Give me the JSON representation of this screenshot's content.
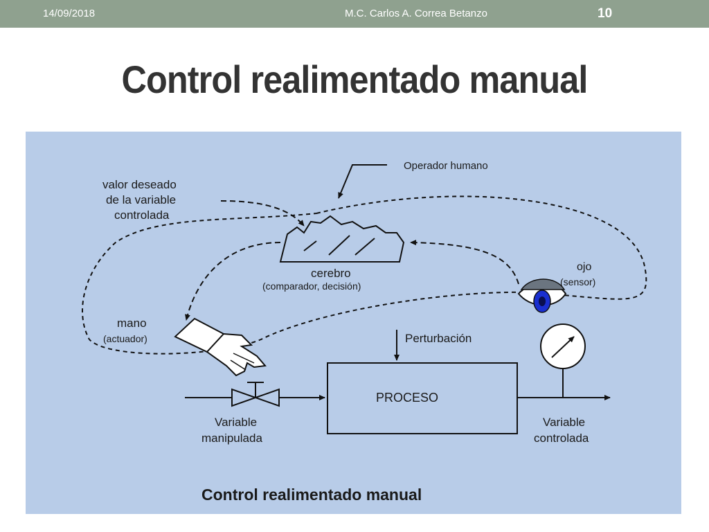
{
  "header": {
    "date": "14/09/2018",
    "author": "M.C. Carlos A. Correa Betanzo",
    "page_number": "10"
  },
  "slide": {
    "title": "Control realimentado manual"
  },
  "diagram": {
    "operador": "Operador humano",
    "valor_line1": "valor deseado",
    "valor_line2": "de la variable",
    "valor_line3": "controlada",
    "cerebro": "cerebro",
    "cerebro_sub": "(comparador, decisión)",
    "ojo": "ojo",
    "ojo_sub": "(sensor)",
    "mano": "mano",
    "mano_sub": "(actuador)",
    "perturbacion": "Perturbación",
    "proceso": "PROCESO",
    "var_manip_1": "Variable",
    "var_manip_2": "manipulada",
    "var_contr_1": "Variable",
    "var_contr_2": "controlada",
    "caption": "Control realimentado manual"
  },
  "colors": {
    "topbar": "#8fa18f",
    "figure_bg": "#b8cce8",
    "eye_iris": "#1a2fd0"
  }
}
